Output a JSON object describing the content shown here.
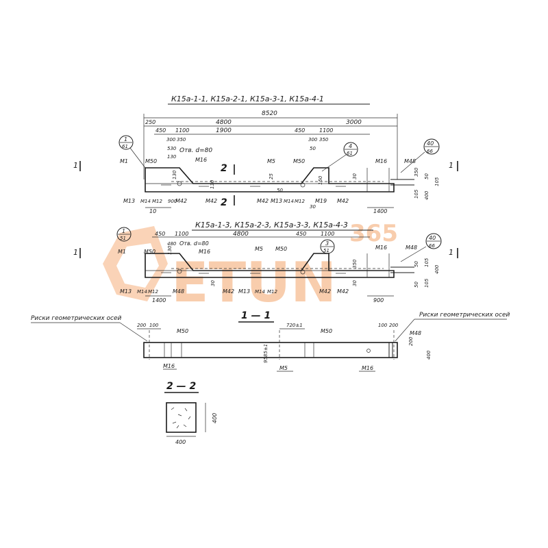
{
  "watermark": {
    "brand": "ETUN",
    "number": "365",
    "color": "#f08a3c"
  },
  "elevation_top": {
    "title": "К15а-1-1, К15а-2-1, К15а-3-1, К15а-4-1",
    "dims": [
      "8520",
      "250",
      "4800",
      "3000",
      "450",
      "1100",
      "1900",
      "450",
      "1100",
      "300",
      "350",
      "300",
      "350",
      "530",
      "130",
      "50",
      "Отв. d=80",
      "10",
      "1400",
      "900",
      "30",
      "30",
      "350",
      "50",
      "105",
      "400",
      "105",
      "50",
      "25",
      "150",
      "130",
      "130",
      "50"
    ],
    "marks": [
      "М1",
      "М50",
      "М16",
      "М5",
      "М50",
      "М16",
      "М48",
      "М13",
      "М14",
      "М12",
      "М42",
      "М42",
      "М42",
      "М13",
      "М14",
      "М12",
      "М19",
      "М42"
    ],
    "callouts": [
      {
        "num": "1",
        "sheet": "61"
      },
      {
        "num": "4",
        "sheet": "61"
      },
      {
        "num": "40",
        "sheet": "66"
      }
    ],
    "section_mark": "1",
    "cut": "2"
  },
  "elevation_bottom": {
    "title": "К15а-1-3, К15а-2-3, К15а-3-3, К15а-4-3",
    "dims": [
      "450",
      "1100",
      "4800",
      "450",
      "1100",
      "480",
      "130",
      "Отв. d=80",
      "1400",
      "900",
      "350",
      "30",
      "30",
      "105",
      "400",
      "105",
      "50",
      "50"
    ],
    "marks": [
      "М1",
      "М50",
      "М16",
      "М5",
      "М50",
      "М16",
      "М48",
      "М13",
      "М14",
      "М12",
      "М48",
      "М42",
      "М13",
      "М14",
      "М12",
      "М42",
      "М42"
    ],
    "callouts": [
      {
        "num": "1",
        "sheet": "51"
      },
      {
        "num": "3",
        "sheet": "51"
      },
      {
        "num": "40",
        "sheet": "66"
      }
    ],
    "section_mark": "1"
  },
  "section_1_1": {
    "title": "1 — 1",
    "left_note": "Риски геометрических осей",
    "right_note": "Риски геометрических осей",
    "dims": [
      "200",
      "100",
      "720±1",
      "100",
      "200",
      "200",
      "400",
      "9585±1"
    ],
    "marks": [
      "М50",
      "М50",
      "М48",
      "М16",
      "М5",
      "М16"
    ]
  },
  "section_2_2": {
    "title": "2 — 2",
    "width": "400",
    "height": "400"
  }
}
